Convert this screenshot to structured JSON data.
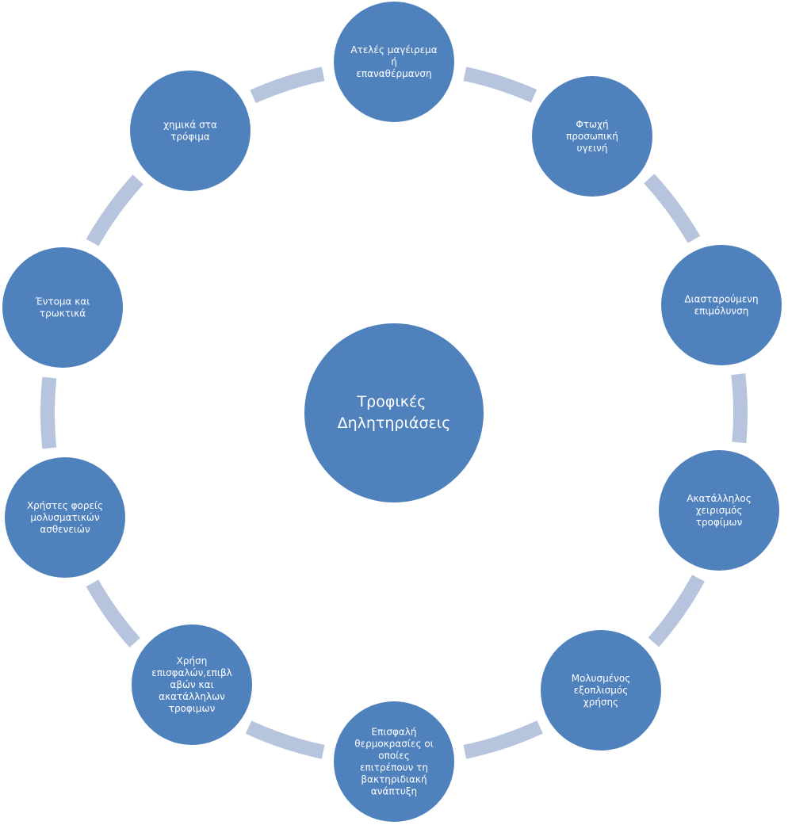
{
  "center": {
    "lines": [
      "Τροφικές",
      "Δηλητηριάσεις"
    ]
  },
  "nodes": [
    {
      "id": "incomplete-cooking",
      "lines": [
        "Ατελές μαγέιρεμα",
        "ή",
        "επαναθέρμανση"
      ]
    },
    {
      "id": "poor-personal-hygiene",
      "lines": [
        "Φτωχή",
        "προσωπική",
        "υγεινή"
      ]
    },
    {
      "id": "cross-contamination",
      "lines": [
        "Διασταρούμενη",
        "επιμόλυνση"
      ]
    },
    {
      "id": "improper-food-handling",
      "lines": [
        "Ακατάλληλος",
        "χειρισμός",
        "τροφίμων"
      ]
    },
    {
      "id": "contaminated-equipment",
      "lines": [
        "Μολυσμένος",
        "εξοπλισμός",
        "χρήσης"
      ]
    },
    {
      "id": "unsafe-temperatures",
      "lines": [
        "Επισφαλή",
        "θερμοκρασίες οι",
        "οποίες",
        "επιτρέπουν τη",
        "βακτηριδιακή",
        "ανάπτυξη"
      ]
    },
    {
      "id": "unsafe-food-use",
      "lines": [
        "Χρήση",
        "επισφαλών,επιβλ",
        "αβών και",
        "ακατάλληλων",
        "τροφιμων"
      ]
    },
    {
      "id": "disease-carrier-users",
      "lines": [
        "Χρήστες φορείς",
        "μολυσματικών",
        "ασθενειών"
      ]
    },
    {
      "id": "insects-and-rodents",
      "lines": [
        "Έντομα και",
        "τρωκτικά"
      ]
    },
    {
      "id": "food-chemicals",
      "lines": [
        "χημικά στα",
        "τρόφιμα"
      ]
    }
  ],
  "colors": {
    "node_fill": "#4f81bd",
    "connector": "#b7c4dd",
    "text": "#ffffff"
  }
}
